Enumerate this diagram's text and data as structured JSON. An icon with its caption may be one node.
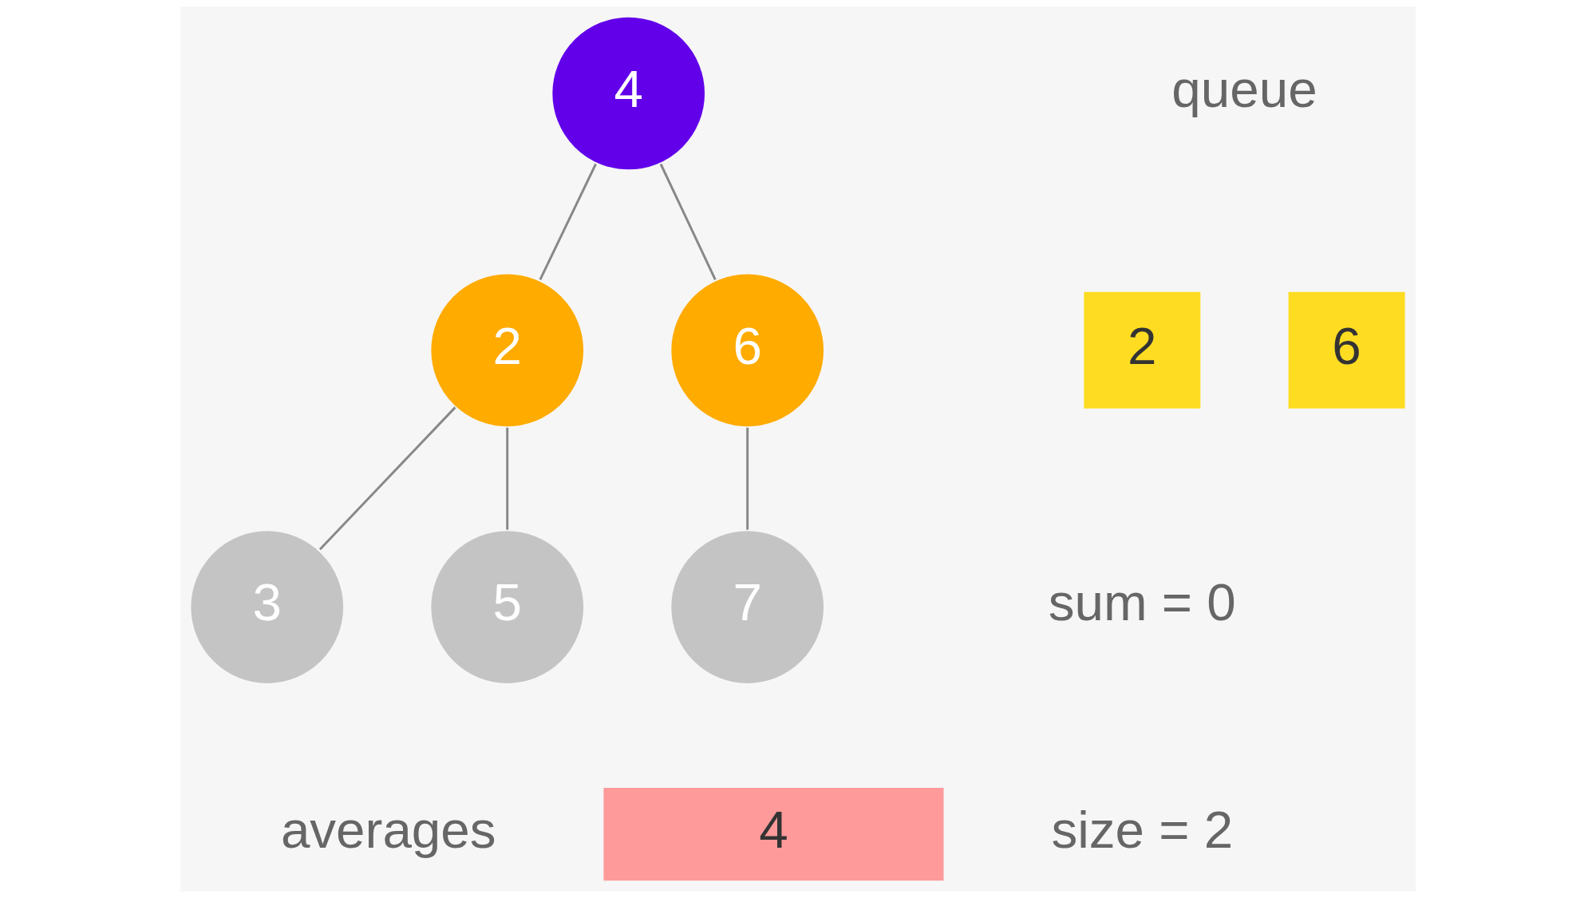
{
  "diagram": {
    "nodes": [
      {
        "text": [
          "4"
        ]
      },
      {
        "text": [
          "2"
        ]
      },
      {
        "text": [
          "6"
        ]
      },
      {
        "text": [
          "3"
        ]
      },
      {
        "text": [
          "5"
        ]
      },
      {
        "text": [
          "7"
        ]
      },
      {
        "text": [
          "2"
        ]
      },
      {
        "text": [
          "6"
        ]
      },
      {
        "text": [
          "4"
        ],
        "beside": [
          "averages"
        ]
      }
    ],
    "edges": [
      {
        "from": 0,
        "to": 1,
        "arrow": "none"
      },
      {
        "from": 0,
        "to": 2,
        "arrow": "none"
      },
      {
        "from": 1,
        "to": 3,
        "arrow": "none"
      },
      {
        "from": 1,
        "to": 4,
        "arrow": "none"
      },
      {
        "from": 2,
        "to": 5,
        "arrow": "none"
      }
    ],
    "labels": [
      "queue",
      "sum = 0",
      "size = 2"
    ]
  }
}
